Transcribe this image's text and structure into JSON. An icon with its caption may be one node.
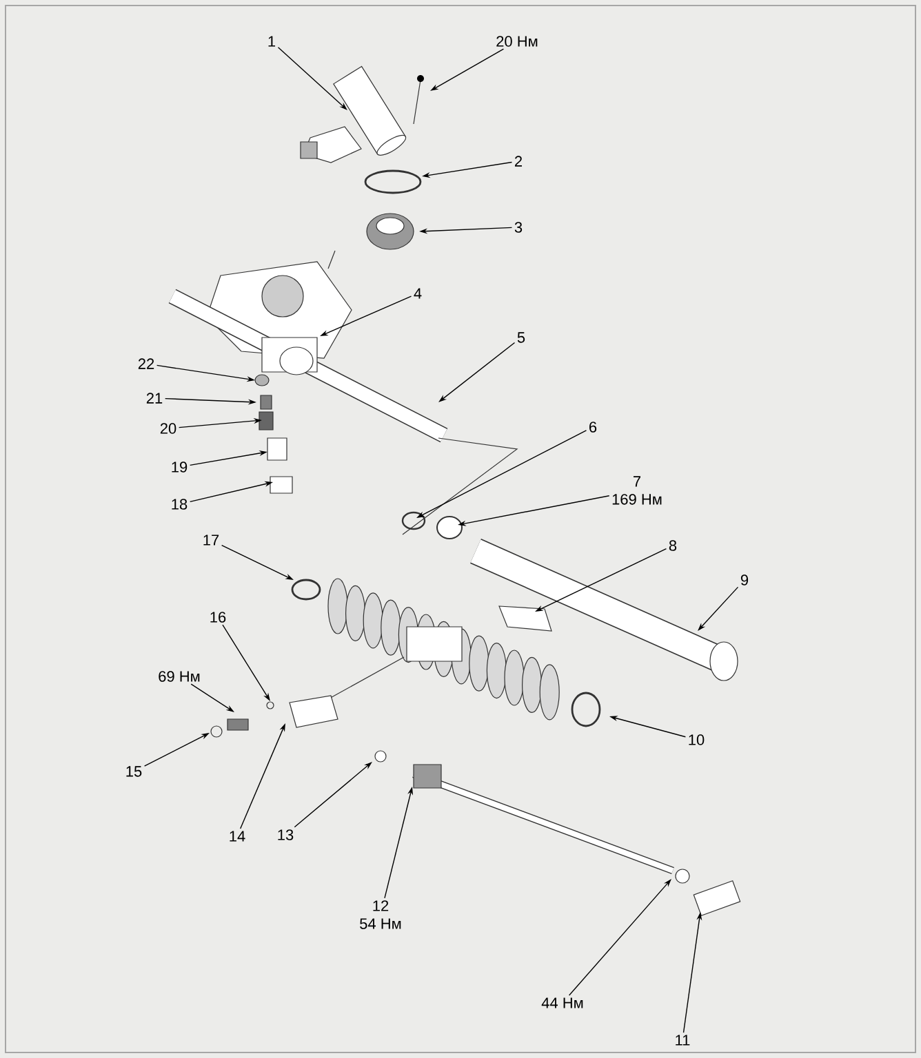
{
  "diagram": {
    "nodes": [
      {
        "text": [
          "1"
        ]
      },
      {
        "text": [
          "20 Нм"
        ]
      },
      {
        "text": [
          "2"
        ]
      },
      {
        "text": [
          "3"
        ]
      },
      {
        "text": [
          "4"
        ]
      },
      {
        "text": [
          "22"
        ]
      },
      {
        "text": [
          "5"
        ]
      },
      {
        "text": [
          "21"
        ]
      },
      {
        "text": [
          "20"
        ]
      },
      {
        "text": [
          "6"
        ]
      },
      {
        "text": [
          "19"
        ]
      },
      {
        "text": [
          "7",
          "169 Нм"
        ]
      },
      {
        "text": [
          "18"
        ]
      },
      {
        "text": [
          "17"
        ]
      },
      {
        "text": [
          "8"
        ]
      },
      {
        "text": [
          "9"
        ]
      },
      {
        "text": [
          "16"
        ]
      },
      {
        "text": [
          "69 Нм"
        ]
      },
      {
        "text": [
          "15"
        ]
      },
      {
        "text": [
          "14"
        ]
      },
      {
        "text": [
          "10"
        ]
      },
      {
        "text": [
          "13"
        ]
      },
      {
        "text": [
          "12",
          "54 Нм"
        ]
      },
      {
        "text": [
          "44 Нм"
        ]
      },
      {
        "text": [
          "11"
        ]
      }
    ],
    "edges": [
      {
        "from": 0,
        "to": null,
        "arrow": "to"
      },
      {
        "from": 1,
        "to": null,
        "arrow": "to"
      },
      {
        "from": 2,
        "to": null,
        "arrow": "to"
      },
      {
        "from": 3,
        "to": null,
        "arrow": "to"
      },
      {
        "from": 4,
        "to": null,
        "arrow": "to"
      },
      {
        "from": 5,
        "to": null,
        "arrow": "to"
      },
      {
        "from": 6,
        "to": null,
        "arrow": "to"
      },
      {
        "from": 7,
        "to": null,
        "arrow": "to"
      },
      {
        "from": 8,
        "to": null,
        "arrow": "to"
      },
      {
        "from": 9,
        "to": null,
        "arrow": "to"
      },
      {
        "from": 10,
        "to": null,
        "arrow": "to"
      },
      {
        "from": 11,
        "to": null,
        "arrow": "to"
      },
      {
        "from": 12,
        "to": null,
        "arrow": "to"
      },
      {
        "from": 13,
        "to": null,
        "arrow": "to"
      },
      {
        "from": 14,
        "to": null,
        "arrow": "to"
      },
      {
        "from": 15,
        "to": null,
        "arrow": "to"
      },
      {
        "from": 16,
        "to": null,
        "arrow": "to"
      },
      {
        "from": 17,
        "to": null,
        "arrow": "to"
      },
      {
        "from": 18,
        "to": null,
        "arrow": "to"
      },
      {
        "from": 19,
        "to": null,
        "arrow": "to"
      },
      {
        "from": 20,
        "to": null,
        "arrow": "to"
      },
      {
        "from": 21,
        "to": null,
        "arrow": "to"
      },
      {
        "from": 22,
        "to": null,
        "arrow": "to"
      },
      {
        "from": 23,
        "to": null,
        "arrow": "to"
      },
      {
        "from": 24,
        "to": null,
        "arrow": "to"
      }
    ]
  }
}
